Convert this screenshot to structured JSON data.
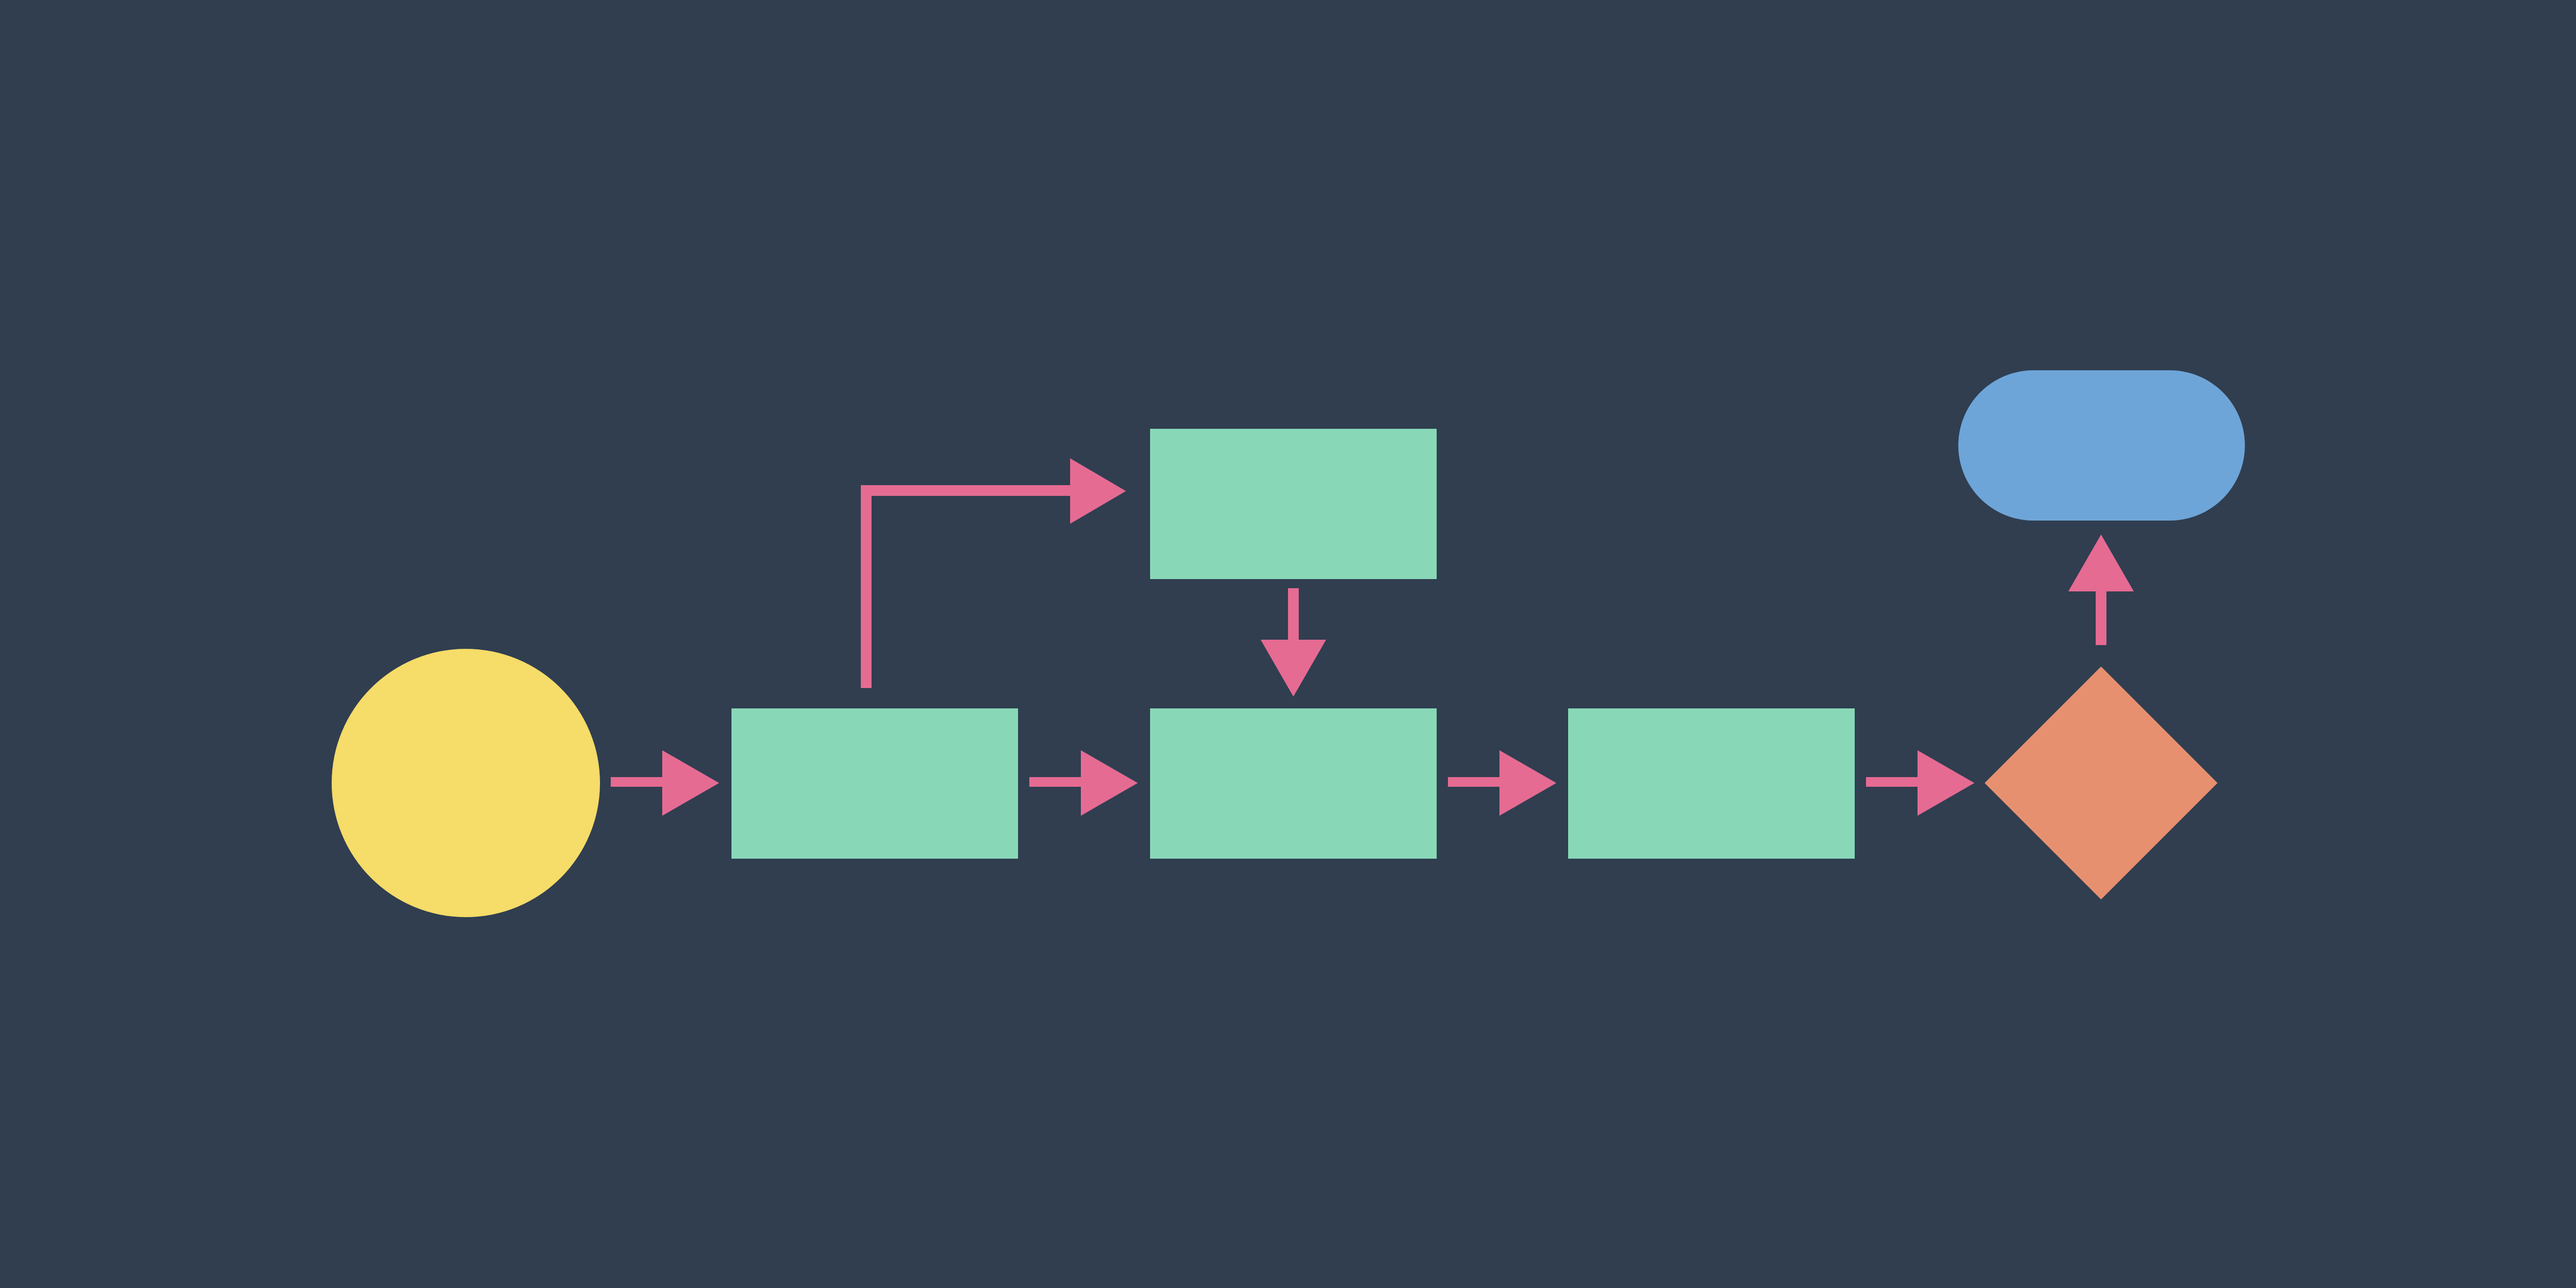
{
  "colors": {
    "background": "#303e50",
    "start_node": "#f6dc68",
    "process_node": "#88d8b8",
    "decision_node": "#e69070",
    "end_node": "#6ea5d8",
    "connector": "#e56b93"
  },
  "nodes": [
    {
      "id": "start",
      "shape": "circle",
      "label": ""
    },
    {
      "id": "process-1",
      "shape": "rectangle",
      "label": ""
    },
    {
      "id": "process-upper",
      "shape": "rectangle",
      "label": ""
    },
    {
      "id": "process-2",
      "shape": "rectangle",
      "label": ""
    },
    {
      "id": "process-3",
      "shape": "rectangle",
      "label": ""
    },
    {
      "id": "decision",
      "shape": "diamond",
      "label": ""
    },
    {
      "id": "end",
      "shape": "pill",
      "label": ""
    }
  ],
  "edges": [
    {
      "from": "start",
      "to": "process-1"
    },
    {
      "from": "process-1",
      "to": "process-2"
    },
    {
      "from": "process-1",
      "to": "process-upper"
    },
    {
      "from": "process-upper",
      "to": "process-2"
    },
    {
      "from": "process-2",
      "to": "process-3"
    },
    {
      "from": "process-3",
      "to": "decision"
    },
    {
      "from": "decision",
      "to": "end"
    }
  ]
}
